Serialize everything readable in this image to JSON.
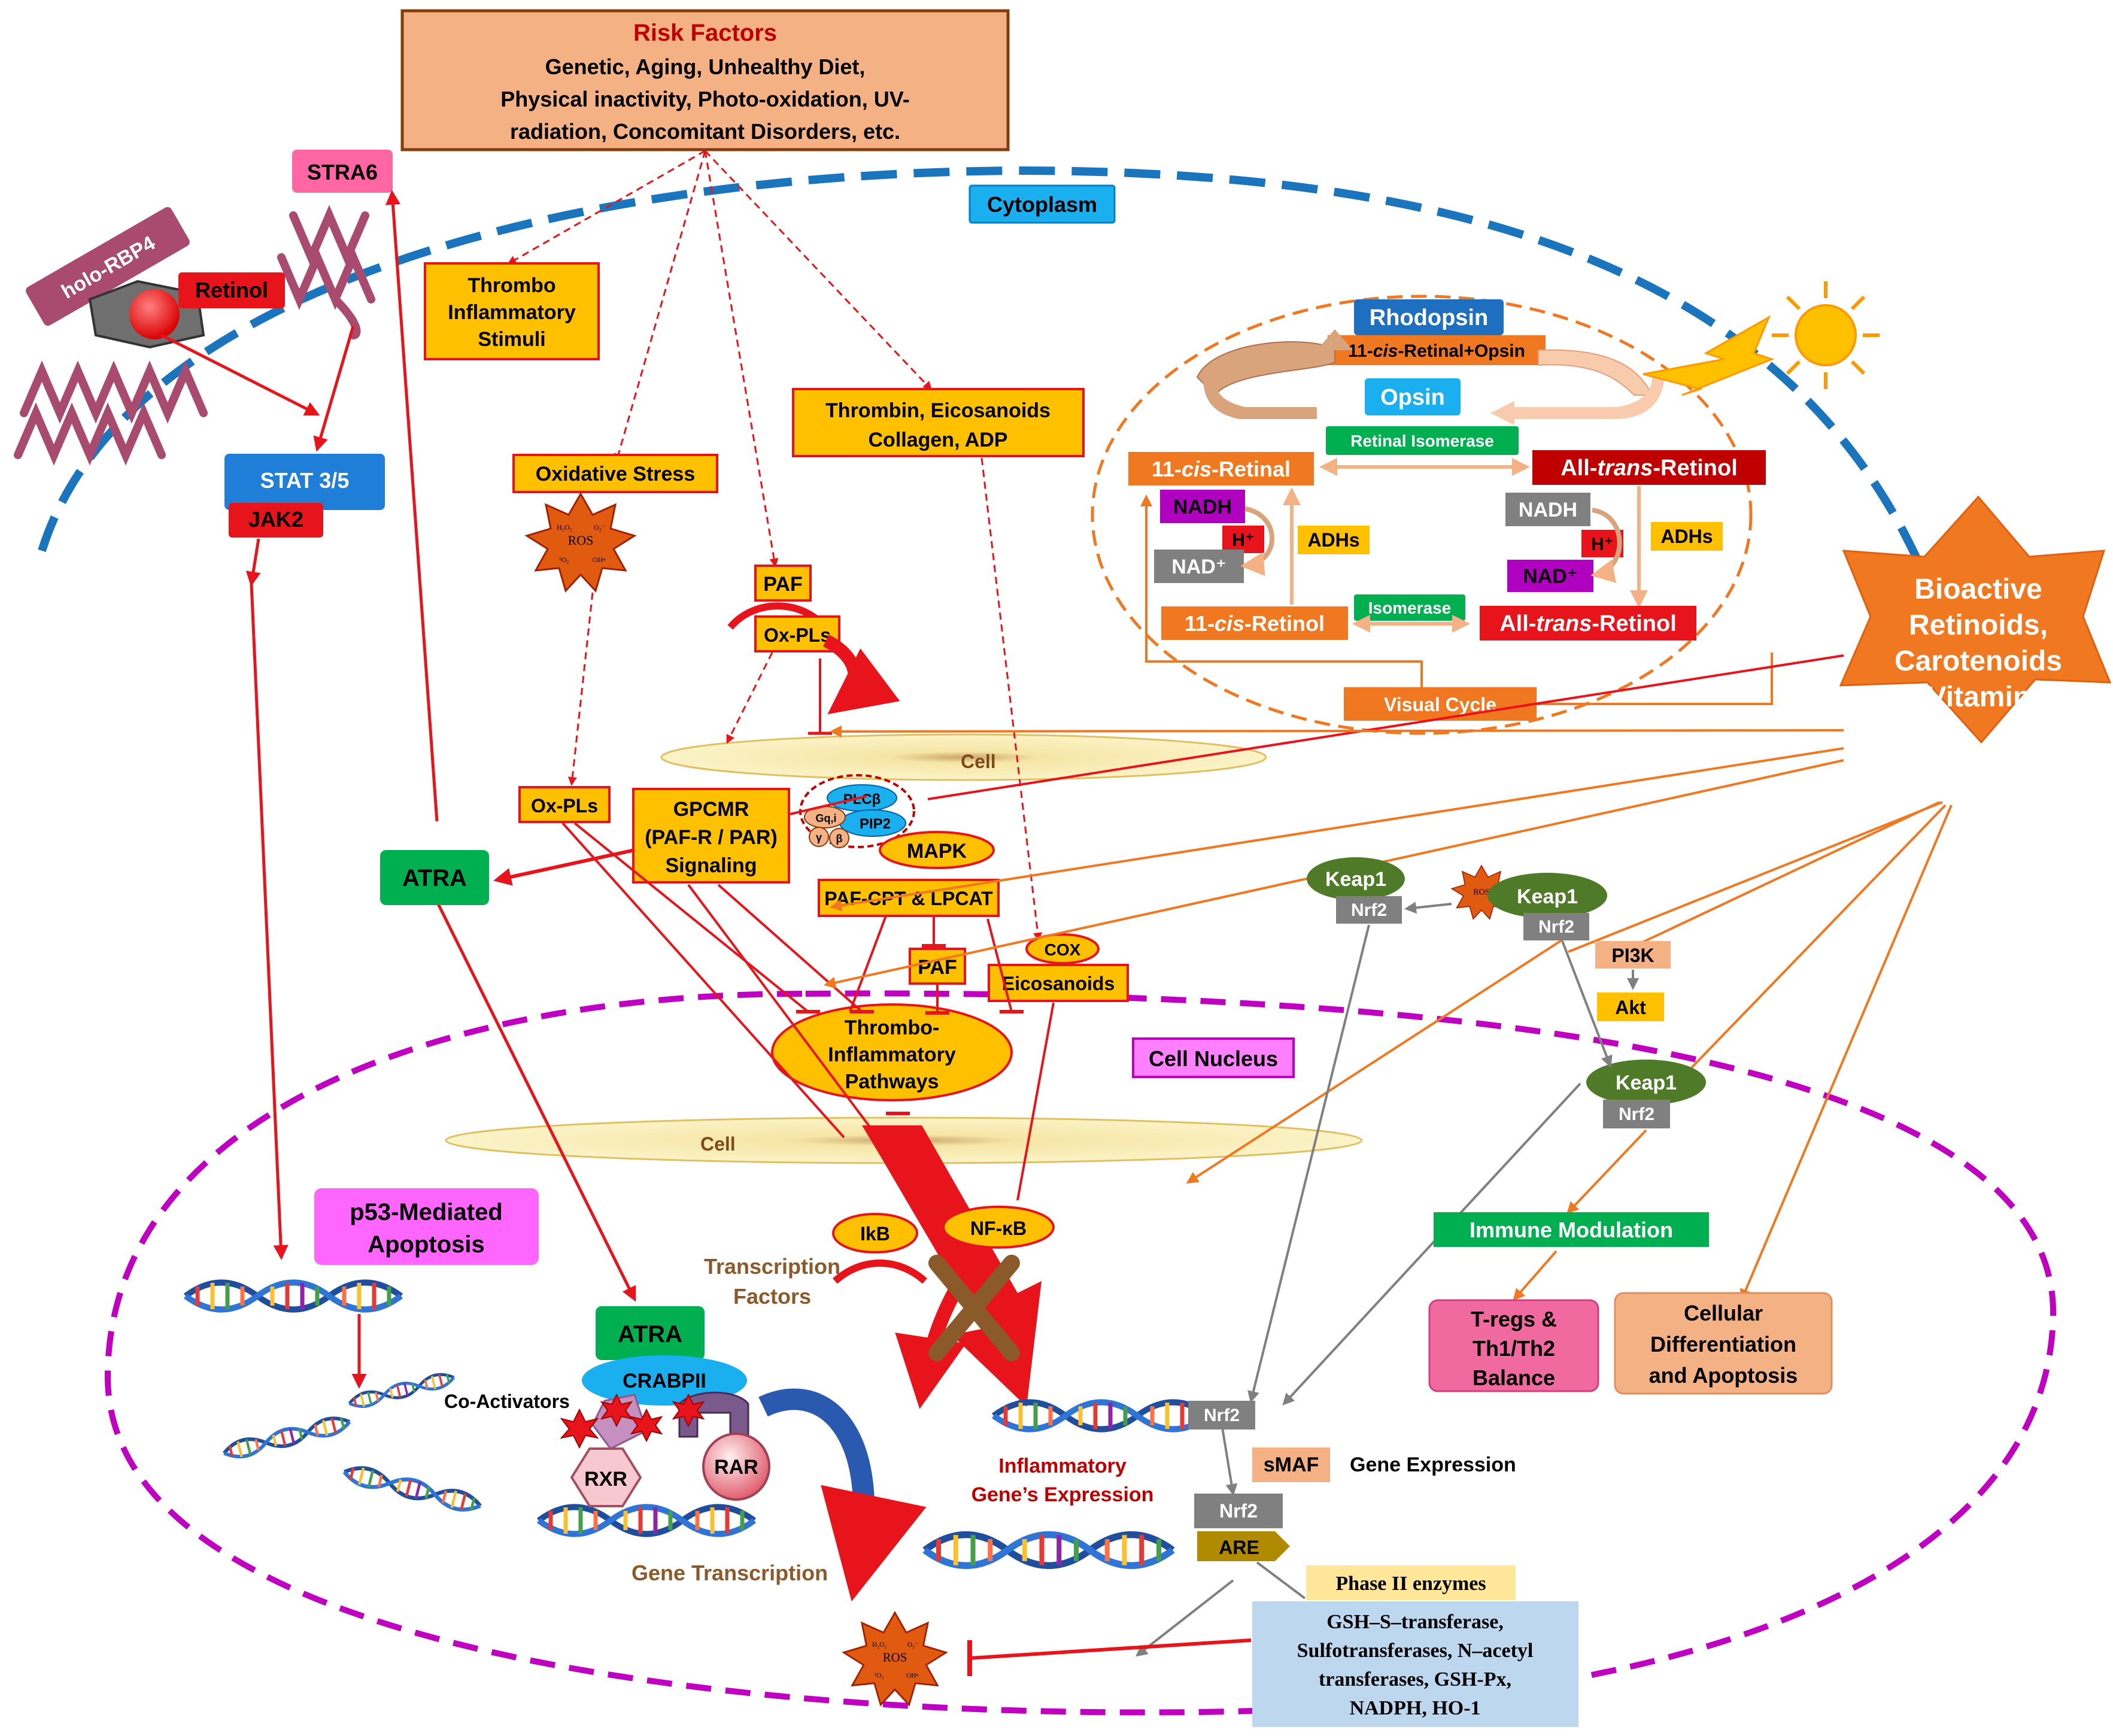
{
  "risk": {
    "title": "Risk Factors",
    "line1": "Genetic, Aging, Unhealthy Diet,",
    "line2": "Physical inactivity, Photo-oxidation, UV-",
    "line3": "radiation, Concomitant Disorders, etc."
  },
  "membrane": {
    "stra6": "STRA6",
    "holo_rbp4": "holo-RBP4",
    "retinol": "Retinol",
    "stat": "STAT 3/5",
    "jak2": "JAK2"
  },
  "compartments": {
    "cytoplasm": "Cytoplasm",
    "nucleus": "Cell Nucleus",
    "cell": "Cell"
  },
  "stimuli": {
    "thrombo1": "Thrombo",
    "thrombo2": "Inflammatory",
    "thrombo3": "Stimuli",
    "thrombin1": "Thrombin, Eicosanoids",
    "thrombin2": "Collagen, ADP",
    "oxidative": "Oxidative Stress",
    "ros": "ROS",
    "ros_h2o2": "H₂O₂",
    "ros_o2": "O₂⁻",
    "ros_1o2": "¹O₂",
    "ros_oh": "OH•"
  },
  "signaling": {
    "paf": "PAF",
    "oxpls": "Ox-PLs",
    "oxpls_left": "Ox-PLs",
    "gpcmr1": "GPCMR",
    "gpcmr2": "(PAF-R / PAR)",
    "gpcmr3": "Signaling",
    "plcb": "PLCβ",
    "pip2": "PIP2",
    "gq": "Gq,i",
    "gamma": "γ",
    "beta": "β",
    "mapk": "MAPK",
    "pafcpt": "PAF-CPT & LPCAT",
    "paf2": "PAF",
    "cox": "COX",
    "eicosanoids": "Eicosanoids",
    "thrombo_path1": "Thrombo-",
    "thrombo_path2": "Inflammatory",
    "thrombo_path3": "Pathways",
    "ikb": "IkB",
    "nfkb": "NF-κB",
    "tf1": "Transcription",
    "tf2": "Factors"
  },
  "visual": {
    "rhodopsin": "Rhodopsin",
    "cis_opsin_a": "11-",
    "cis_opsin_b": "cis",
    "cis_opsin_c": "-Retinal+Opsin",
    "opsin": "Opsin",
    "retinal_isomerase": "Retinal Isomerase",
    "cis_retinal_a": "11-",
    "cis_retinal_b": "cis",
    "cis_retinal_c": "-Retinal",
    "trans_retinol_a": "All-",
    "trans_retinol_b": "trans",
    "trans_retinol_c": "-Retinol",
    "nadh": "NADH",
    "nadh_right": "NADH",
    "hplus": "H⁺",
    "hplus_right": "H⁺",
    "nadplus": "NAD⁺",
    "nadplus_right": "NAD⁺",
    "adhs": "ADHs",
    "adhs_right": "ADHs",
    "cis_retinol_a": "11-",
    "cis_retinol_b": "cis",
    "cis_retinol_c": "-Retinol",
    "isomerase": "Isomerase",
    "trans_retinol2_a": "All-",
    "trans_retinol2_b": "trans",
    "trans_retinol2_c": "-Retinol",
    "visual_cycle": "Visual Cycle"
  },
  "bioactive": {
    "line1": "Bioactive",
    "line2": "Retinoids,",
    "line3": "Carotenoids",
    "line4": "& Vitamin A"
  },
  "nrf": {
    "keap1_a": "Keap1",
    "nrf2_a": "Nrf2",
    "keap1_b": "Keap1",
    "nrf2_b": "Nrf2",
    "pi3k": "PI3K",
    "akt": "Akt",
    "keap1_c": "Keap1",
    "nrf2_c": "Nrf2",
    "immune": "Immune Modulation",
    "tregs1": "T-regs &",
    "tregs2": "Th1/Th2",
    "tregs3": "Balance",
    "cell1": "Cellular",
    "cell2": "Differentiation",
    "cell3": "and Apoptosis",
    "nrf2_d": "Nrf2",
    "smaf": "sMAF",
    "gene_expr": "Gene Expression",
    "nrf2_e": "Nrf2",
    "are": "ARE",
    "phase2": "Phase II enzymes",
    "enz1": "GSH–S–transferase,",
    "enz2": "Sulfotransferases, N–acetyl",
    "enz3": "transferases, GSH-Px,",
    "enz4": "NADPH, HO-1"
  },
  "nucleus": {
    "atra": "ATRA",
    "p53_1": "p53-Mediated",
    "p53_2": "Apoptosis",
    "atra_n": "ATRA",
    "crabp": "CRABPII",
    "coact": "Co-Activators",
    "rxr": "RXR",
    "rar": "RAR",
    "gene_tx": "Gene Transcription",
    "infl1": "Inflammatory",
    "infl2": "Gene’s Expression"
  },
  "colors": {
    "red": "#e8141c",
    "orange": "#f07820",
    "yellow_box": "#ffc000",
    "green": "#00b050",
    "blue_dash": "#1b75bc",
    "magenta_dash": "#c000c0"
  }
}
